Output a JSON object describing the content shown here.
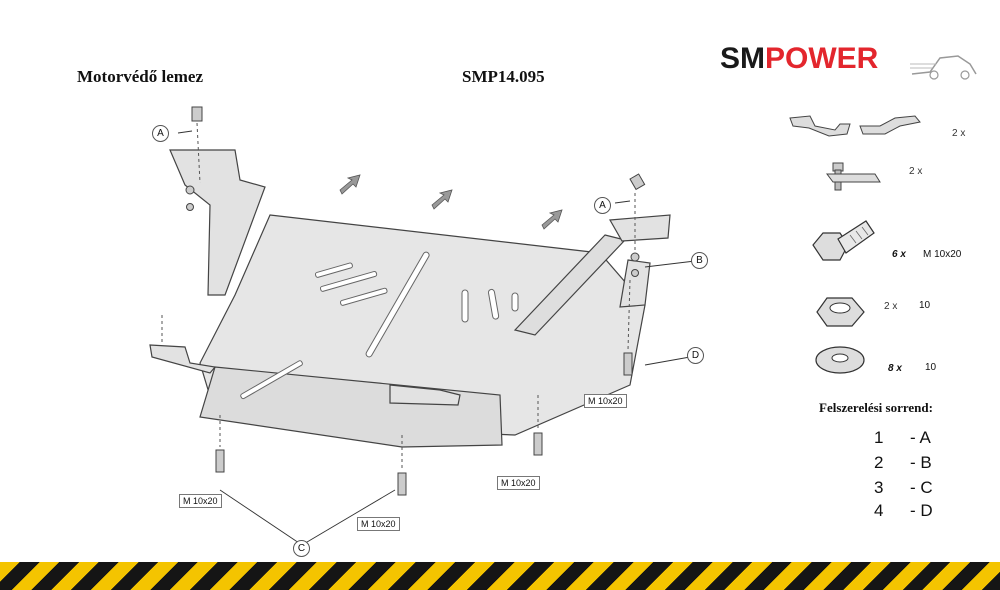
{
  "header": {
    "title_left": "Motorvédő lemez",
    "title_code": "SMP14.095"
  },
  "logo": {
    "part1": "SM",
    "part2": "POWER",
    "color_dark": "#1a1a1a",
    "color_red": "#e3262d"
  },
  "diagram": {
    "callouts": [
      "A",
      "A",
      "B",
      "C",
      "D"
    ],
    "bolt_labels": [
      "M 10x20",
      "M 10x20",
      "M 10x20",
      "M 10x20"
    ]
  },
  "parts": [
    {
      "qty": "2 x",
      "spec": ""
    },
    {
      "qty": "2 x",
      "spec": ""
    },
    {
      "qty": "6 x",
      "spec": "M 10x20"
    },
    {
      "qty": "2 x",
      "spec": "10"
    },
    {
      "qty": "8 x",
      "spec": "10"
    }
  ],
  "order": {
    "title": "Felszerelési sorrend:",
    "steps": [
      {
        "num": "1",
        "code": "- A"
      },
      {
        "num": "2",
        "code": "- B"
      },
      {
        "num": "3",
        "code": "- C"
      },
      {
        "num": "4",
        "code": "- D"
      }
    ]
  },
  "colors": {
    "hazard_yellow": "#f4c400",
    "hazard_black": "#151515"
  }
}
